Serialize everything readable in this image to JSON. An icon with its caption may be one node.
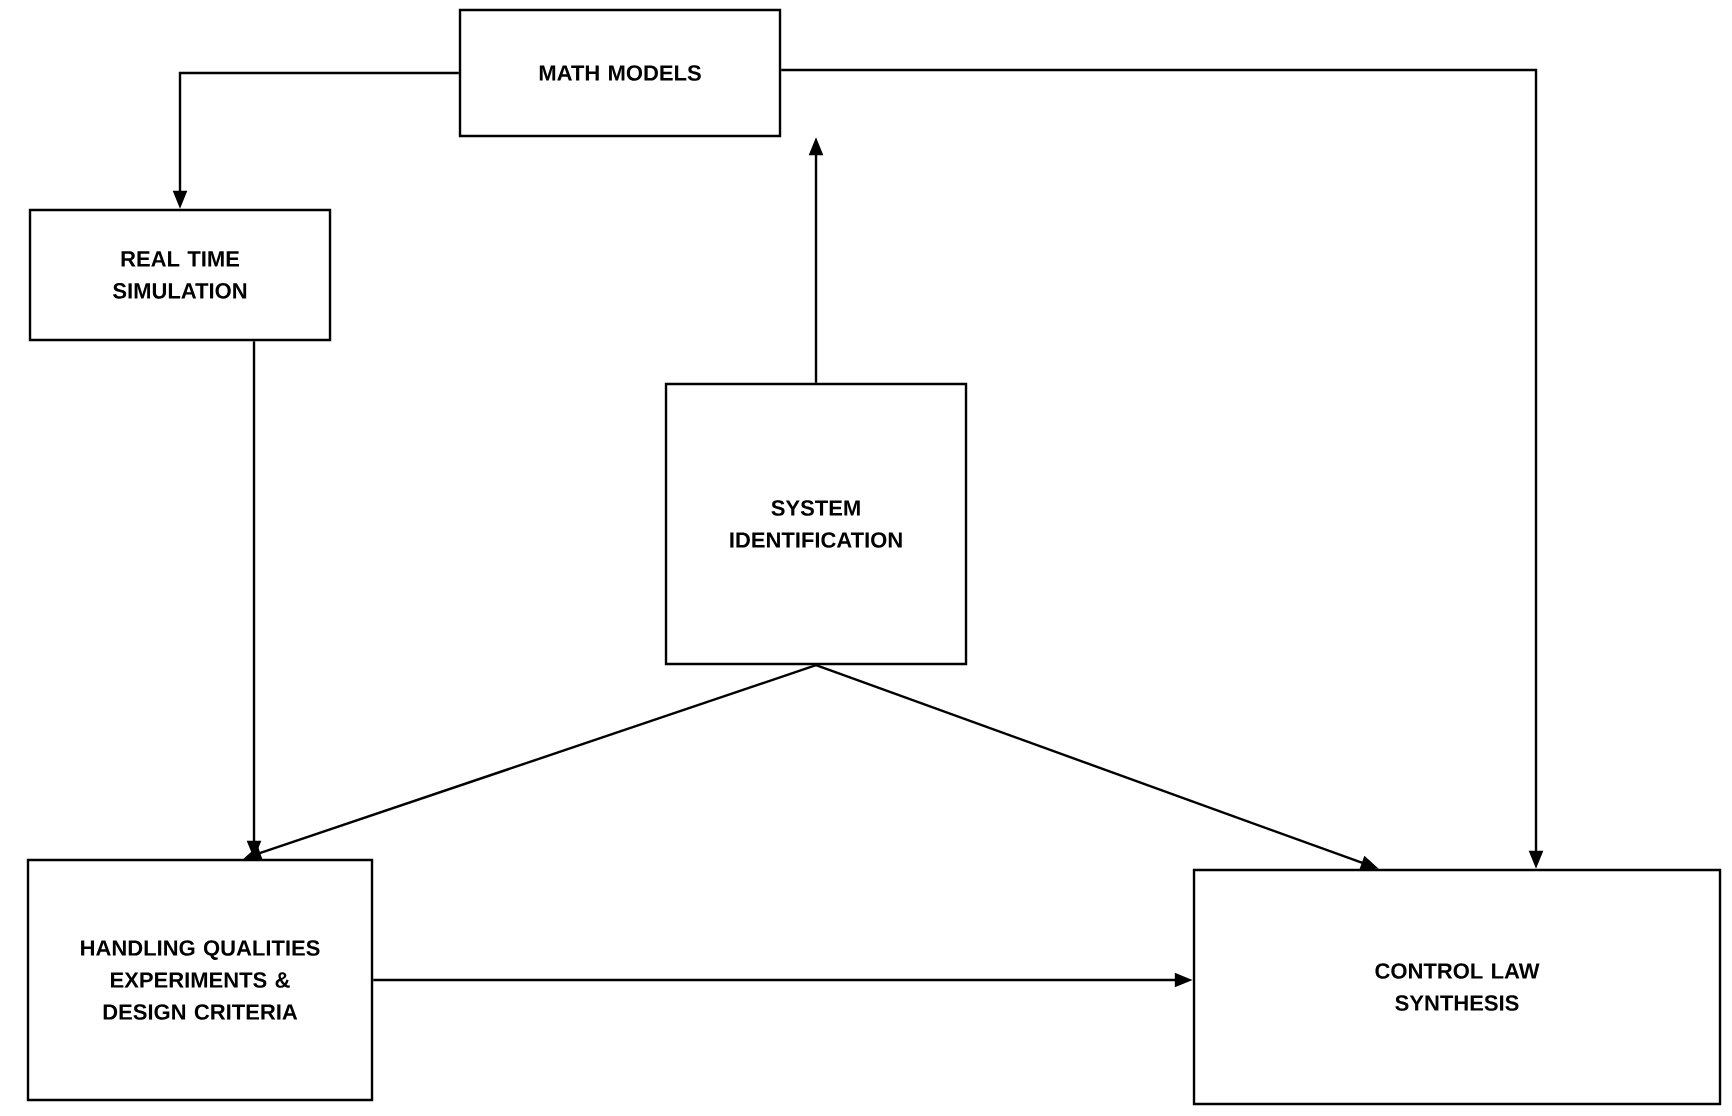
{
  "diagram": {
    "nodes": [
      {
        "text": [
          "MATH MODELS"
        ]
      },
      {
        "text": [
          "REAL TIME SIMULATION"
        ]
      },
      {
        "text": [
          "SYSTEM IDENTIFICATION"
        ]
      },
      {
        "text": [
          "HANDLING QUALITIES EXPERIMENTS & DESIGN CRITERIA"
        ]
      },
      {
        "text": [
          "CONTROL LAW SYNTHESIS"
        ]
      }
    ],
    "edges": [
      {
        "from": 0,
        "to": 1,
        "arrow": "to"
      },
      {
        "from": 2,
        "to": 0,
        "arrow": "to"
      },
      {
        "from": 0,
        "to": 4,
        "arrow": "to"
      },
      {
        "from": 1,
        "to": 3,
        "arrow": "to"
      },
      {
        "from": 2,
        "to": 3,
        "arrow": "to"
      },
      {
        "from": 2,
        "to": 4,
        "arrow": "to"
      },
      {
        "from": 3,
        "to": 4,
        "arrow": "to"
      }
    ]
  }
}
